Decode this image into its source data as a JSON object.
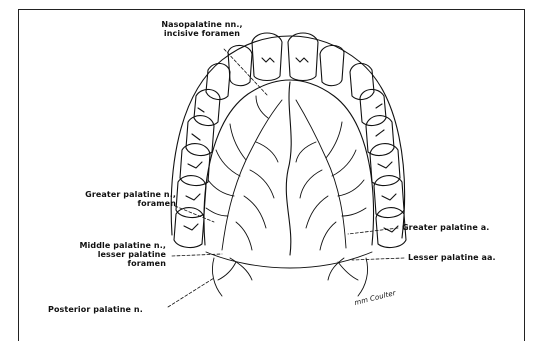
{
  "labels": {
    "nasopalatine_1": "Nasopalatine nn.,",
    "nasopalatine_2": "incisive foramen",
    "greater_n_1": "Greater palatine n.,",
    "greater_n_2": "foramen",
    "greater_a": "Greater palatine a.",
    "middle_1": "Middle palatine n.,",
    "middle_2": "lesser palatine",
    "middle_3": "foramen",
    "lesser_aa": "Lesser palatine aa.",
    "posterior": "Posterior palatine n.",
    "signature": "mm Coulter"
  }
}
